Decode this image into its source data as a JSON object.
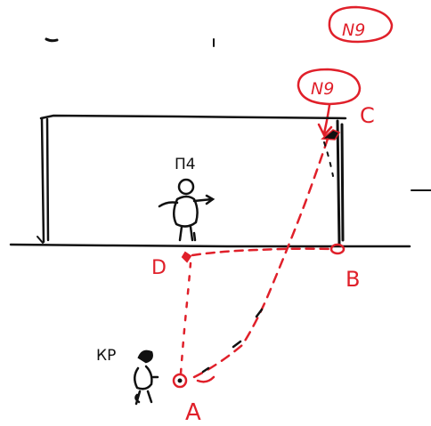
{
  "labels": {
    "top_badge": "N9",
    "main_badge": "N9",
    "figure_center": "П4",
    "figure_left": "КР",
    "point_c": "C",
    "point_b": "B",
    "point_d": "D",
    "point_a": "A"
  },
  "colors": {
    "ink": "#111111",
    "accent": "#e0202a"
  }
}
